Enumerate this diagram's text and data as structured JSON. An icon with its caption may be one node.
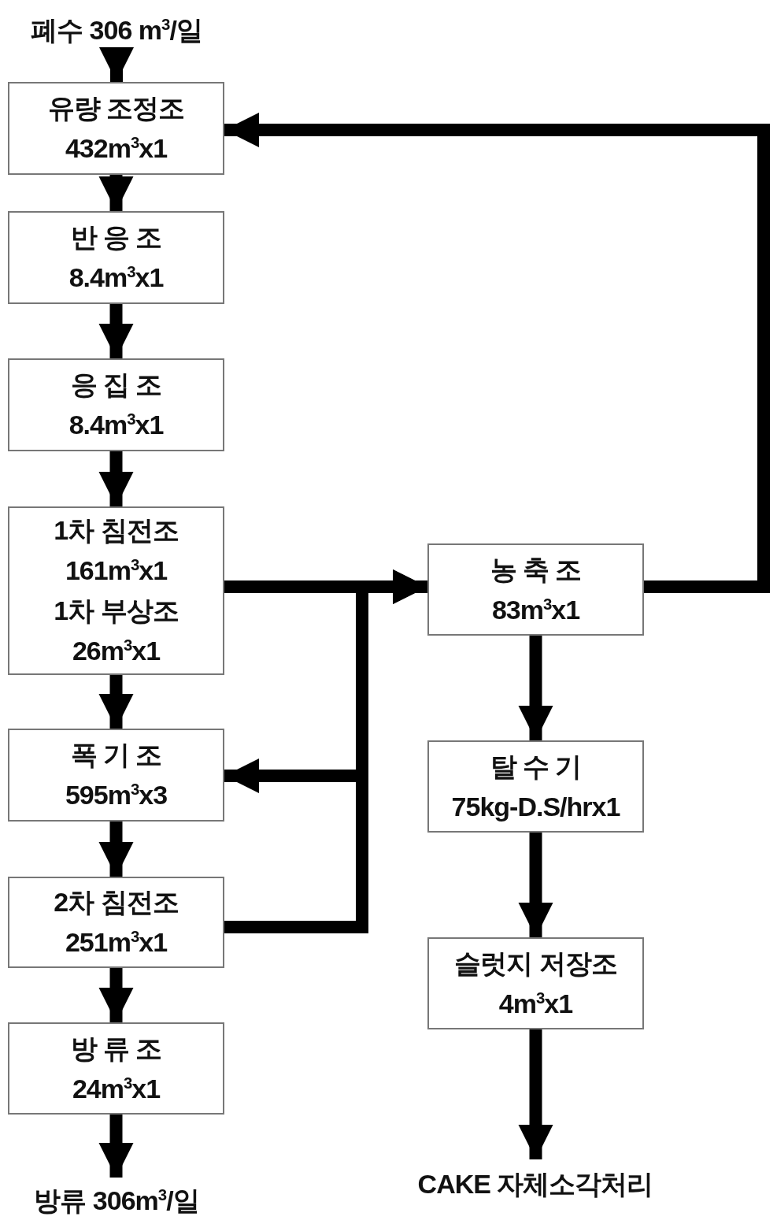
{
  "diagram": {
    "nodes": [
      {
        "text": [
          "폐수 306 m$^{3}$/일"
        ]
      },
      {
        "text": [
          "유량 조정조",
          "432m$^{3}$x1"
        ]
      },
      {
        "text": [
          "반 응 조",
          "8.4m$^{3}$x1"
        ]
      },
      {
        "text": [
          "응 집 조",
          "8.4m$^{3}$x1"
        ]
      },
      {
        "text": [
          "1차 침전조",
          "161m$^{3}$x1",
          "1차 부상조",
          "26m$^{3}$x1"
        ]
      },
      {
        "text": [
          "폭 기 조",
          "595m$^{3}$x3"
        ]
      },
      {
        "text": [
          "2차 침전조",
          "251m$^{3}$x1"
        ]
      },
      {
        "text": [
          "방 류 조",
          "24m$^{3}$x1"
        ]
      },
      {
        "text": [
          "방류 306m$^{3}$/일"
        ]
      },
      {
        "text": [
          "농 축 조",
          "83m$^{3}$x1"
        ]
      },
      {
        "text": [
          "탈 수 기",
          "75kg-D.S/hrx1"
        ]
      },
      {
        "text": [
          "슬럿지 저장조",
          "4m$^{3}$x1"
        ]
      },
      {
        "text": [
          "CAKE 자체소각처리"
        ]
      }
    ],
    "edges": [
      {
        "from": 0,
        "to": 1,
        "arrow": "to"
      },
      {
        "from": 1,
        "to": 2,
        "arrow": "to"
      },
      {
        "from": 2,
        "to": 3,
        "arrow": "to"
      },
      {
        "from": 3,
        "to": 4,
        "arrow": "to"
      },
      {
        "from": 4,
        "to": 5,
        "arrow": "to"
      },
      {
        "from": 5,
        "to": 6,
        "arrow": "to"
      },
      {
        "from": 6,
        "to": 7,
        "arrow": "to"
      },
      {
        "from": 7,
        "to": 8,
        "arrow": "to"
      },
      {
        "from": 4,
        "to": 9,
        "arrow": "to"
      },
      {
        "from": 6,
        "to": 9,
        "arrow": "to"
      },
      {
        "from": 6,
        "to": 5,
        "arrow": "to"
      },
      {
        "from": 9,
        "to": 1,
        "arrow": "to"
      },
      {
        "from": 9,
        "to": 10,
        "arrow": "to"
      },
      {
        "from": 10,
        "to": 11,
        "arrow": "to"
      },
      {
        "from": 11,
        "to": 12,
        "arrow": "to"
      }
    ]
  }
}
